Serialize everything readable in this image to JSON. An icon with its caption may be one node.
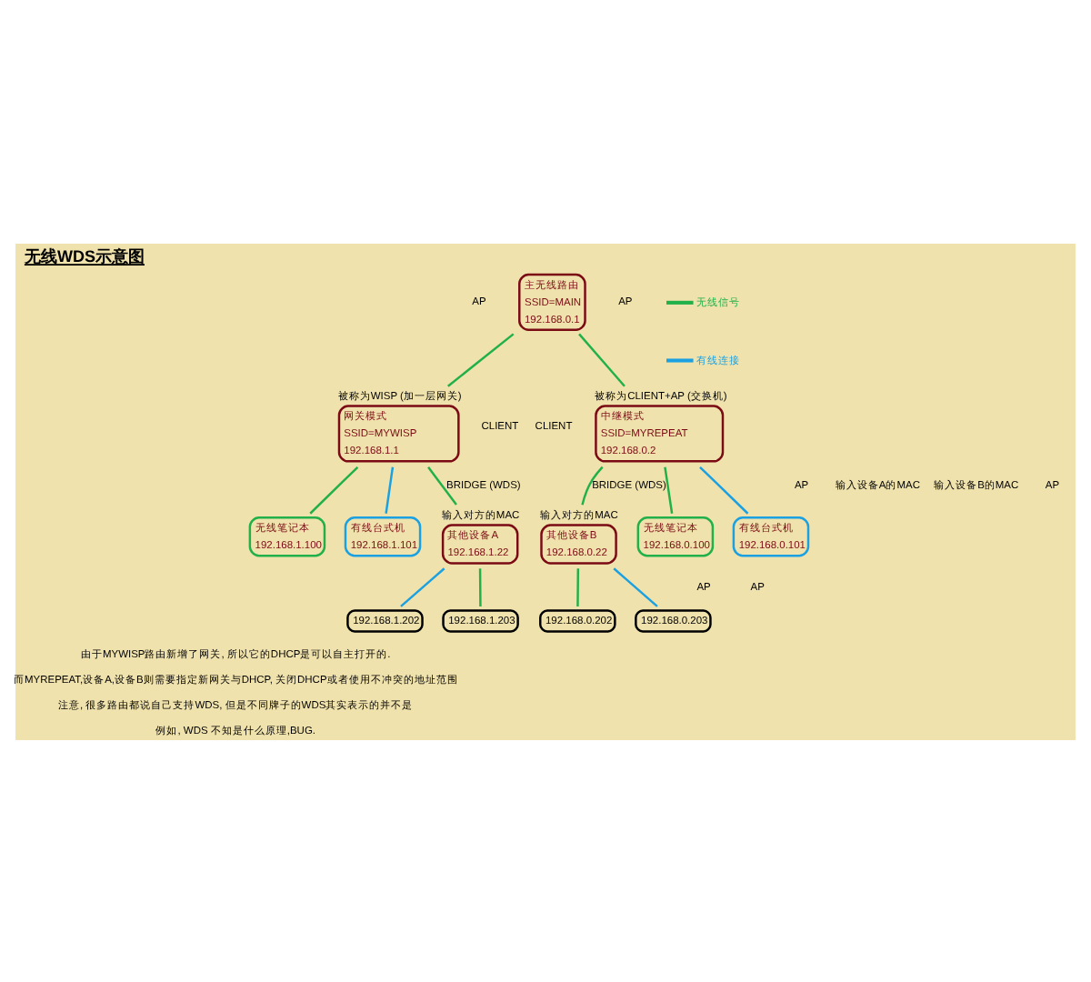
{
  "diagram": {
    "title": "无线WDS示意图",
    "nodes": [
      {
        "text": [
          "主无线路由",
          "SSID=MAIN",
          "192.168.0.1"
        ]
      },
      {
        "text": [
          "网关模式",
          "SSID=MYWISP",
          "192.168.1.1"
        ],
        "beside": [
          "被称为WISP (加一层网关)"
        ]
      },
      {
        "text": [
          "中继模式",
          "SSID=MYREPEAT",
          "192.168.0.2"
        ],
        "beside": [
          "被称为CLIENT+AP (交换机)"
        ]
      },
      {
        "text": [
          "无线笔记本",
          "192.168.1.100"
        ]
      },
      {
        "text": [
          "有线台式机",
          "192.168.1.101"
        ]
      },
      {
        "text": [
          "其他设备A",
          "192.168.1.22"
        ],
        "beside": [
          "输入对方的MAC"
        ]
      },
      {
        "text": [
          "其他设备B",
          "192.168.0.22"
        ],
        "beside": [
          "输入对方的MAC"
        ]
      },
      {
        "text": [
          "无线笔记本",
          "192.168.0.100"
        ]
      },
      {
        "text": [
          "有线台式机",
          "192.168.0.101"
        ]
      },
      {
        "text": [
          "192.168.1.202"
        ]
      },
      {
        "text": [
          "192.168.1.203"
        ]
      },
      {
        "text": [
          "192.168.0.202"
        ]
      },
      {
        "text": [
          "192.168.0.203"
        ]
      }
    ],
    "edges": [
      {
        "from": 0,
        "to": 1,
        "arrow": "none"
      },
      {
        "from": 0,
        "to": 2,
        "arrow": "none"
      },
      {
        "from": 1,
        "to": 3,
        "arrow": "none"
      },
      {
        "from": 1,
        "to": 4,
        "arrow": "none",
        "color": "#1ba1e2"
      },
      {
        "from": 1,
        "to": 5,
        "arrow": "none",
        "label": "BRIDGE (WDS)"
      },
      {
        "from": 2,
        "to": 6,
        "arrow": "none",
        "label": "BRIDGE (WDS)"
      },
      {
        "from": 2,
        "to": 8,
        "arrow": "none",
        "color": "#1ba1e2"
      },
      {
        "from": 2,
        "to": 7,
        "arrow": "none"
      },
      {
        "from": 5,
        "to": 9,
        "arrow": "none",
        "color": "#1ba1e2"
      },
      {
        "from": 5,
        "to": 10,
        "arrow": "none"
      },
      {
        "from": 6,
        "to": 11,
        "arrow": "none"
      },
      {
        "from": 6,
        "to": 12,
        "arrow": "none",
        "color": "#1ba1e2"
      }
    ],
    "labels": [
      "AP",
      "AP",
      "CLIENT",
      "CLIENT",
      "AP",
      "输入设备A的MAC",
      "输入设备B的MAC",
      "AP",
      "AP",
      "AP",
      "由于MYWISP路由新增了网关, 所以它的DHCP是可以自主打开的.",
      "而MYREPEAT,设备A,设备B则需要指定新网关与DHCP, 关闭DHCP或者使用不冲突的地址范围",
      "注意, 很多路由都说自己支持WDS, 但是不同牌子的WDS其实表示的并不是",
      "例如, WDS 不知是什么原理,BUG."
    ],
    "legend": [
      {
        "text": "无线信号"
      },
      {
        "text": "有线连接"
      }
    ]
  }
}
